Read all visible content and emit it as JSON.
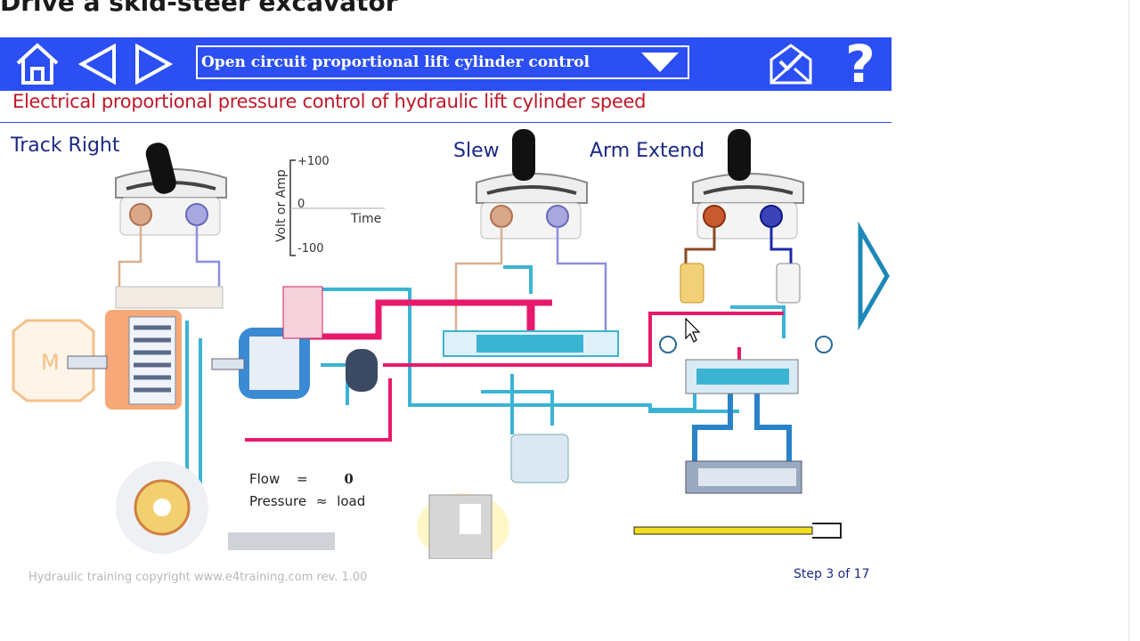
{
  "page": {
    "heading": "Drive a skid-steer excavator"
  },
  "toolbar": {
    "home_icon": "home-icon",
    "back_icon": "triangle-left-icon",
    "forward_icon": "triangle-right-icon",
    "dropdown_selected": "Open circuit proportional lift cylinder control",
    "mail_icon": "envelope-check-icon",
    "help_label": "?"
  },
  "subtitle": "Electrical proportional pressure control of hydraulic lift cylinder speed",
  "labels": {
    "track_right": "Track Right",
    "slew": "Slew",
    "arm_extend": "Arm Extend"
  },
  "graph": {
    "ylabel": "Volt or Amp",
    "top": "+100",
    "mid": "0",
    "bottom": "-100",
    "xlabel": "Time"
  },
  "readout": {
    "flow_label": "Flow",
    "flow_eq": "=",
    "flow_value": "0",
    "pressure_label": "Pressure",
    "pressure_eq": "≈",
    "pressure_value": "load"
  },
  "footer": {
    "copyright": "Hydraulic training copyright www.e4training.com rev. 1.00",
    "step": "Step 3 of 17"
  },
  "colors": {
    "toolbar": "#2b4ff2",
    "subtitle": "#c0182a",
    "pressure_line": "#e8196a",
    "return_line": "#3bb4d4",
    "label": "#1b2a86"
  }
}
